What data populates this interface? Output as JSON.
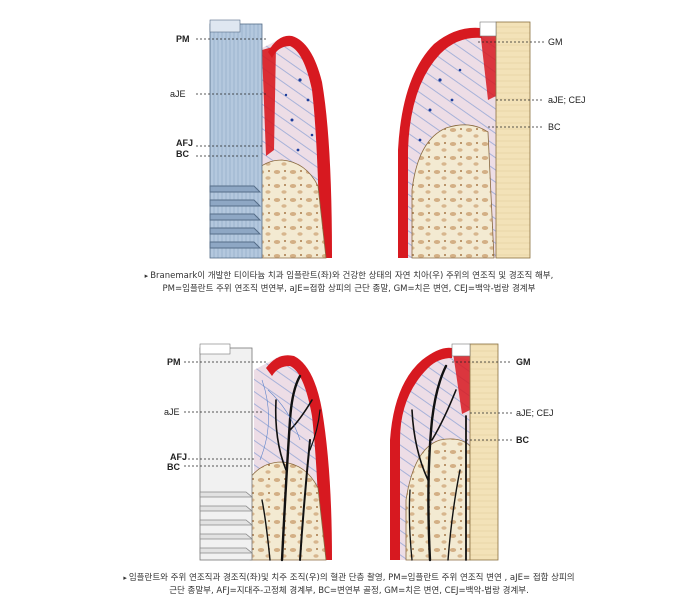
{
  "figure1": {
    "left_labels": [
      "PM",
      "aJE",
      "AFJ",
      "BC"
    ],
    "right_labels": [
      "GM",
      "aJE; CEJ",
      "BC"
    ],
    "caption_line1": "Branemark이 개발한 티이타늄 치과 임플란트(좌)와 건강한 상태의 자연 치아(우) 주위의 연조직 및 경조직 해부,",
    "caption_line2": "PM=임플란트 주위 연조직 변연부, aJE=접합 상피의 근단 종말, GM=치은 변연, CEJ=백악-법랑 경계부"
  },
  "figure2": {
    "left_labels": [
      "PM",
      "aJE",
      "AFJ",
      "BC"
    ],
    "right_labels": [
      "GM",
      "aJE; CEJ",
      "BC"
    ],
    "caption_line1": "임플란트와 주위 연조직과 경조직(좌)및 치주 조직(우)의 혈관 단층 촬영, PM=임플란트 주위 연조직 변연 , aJE= 접합 상피의",
    "caption_line2": "근단 종말부, AFJ=지대주-고정체 경계부, BC=변연부 골정, GM=치은 변연, CEJ=백악-법랑 경계부."
  },
  "colors": {
    "epithelium_red": "#d71920",
    "connective_pink": "#eddde6",
    "fiber_blue": "#3d6fc4",
    "bone_cream": "#f3ead2",
    "dentin_cream": "#f3e2b8",
    "implant_blue": "#b4c8de",
    "vessel_black": "#111111"
  }
}
